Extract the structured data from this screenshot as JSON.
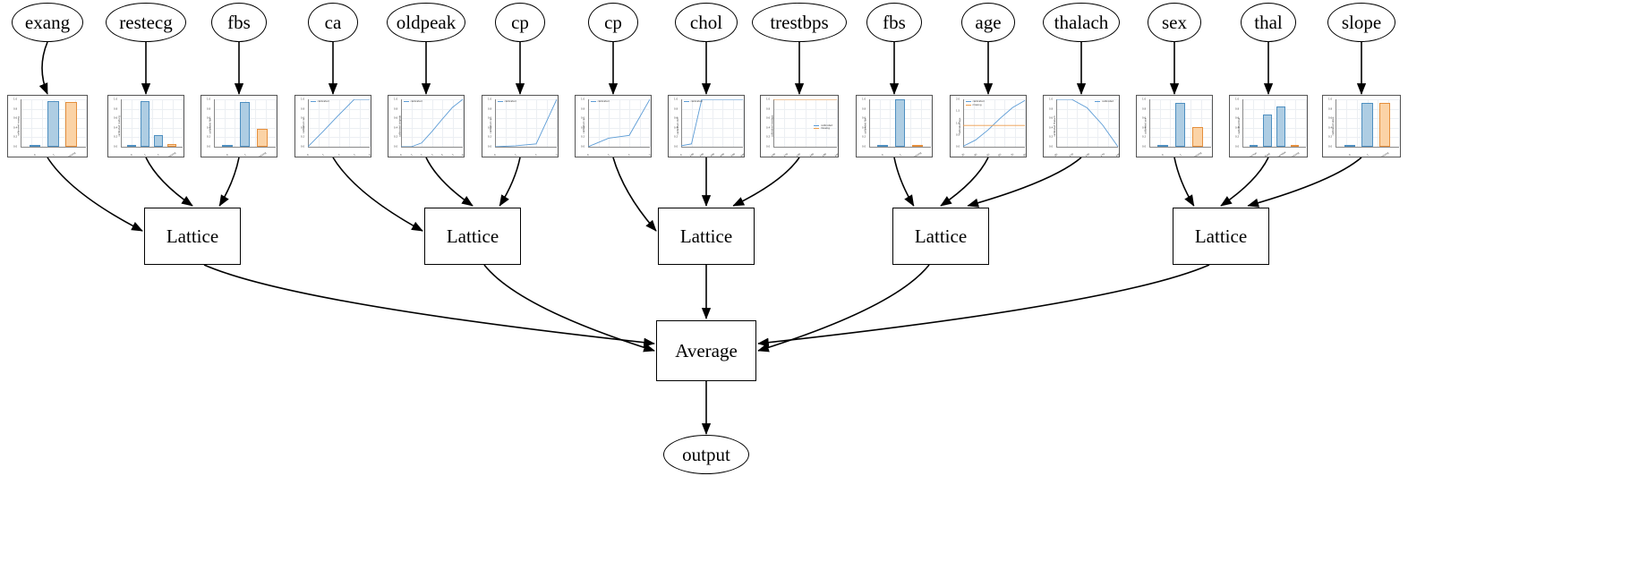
{
  "diagram": {
    "type": "calibrated-lattice-ensemble",
    "orientation": "top-to-bottom",
    "node_shapes": {
      "feature": "ellipse",
      "calibrator": "plot-card",
      "lattice": "box",
      "average": "box",
      "output": "ellipse"
    },
    "colors": {
      "calibrated_line": "#5b9bd5",
      "missing_line": "#ed9b4a",
      "calibrated_bar": "#aecde3",
      "missing_bar": "#fbd3a6",
      "edge": "#000000",
      "node_border": "#000000",
      "plot_border": "#555555"
    }
  },
  "features": [
    {
      "id": "f0",
      "label": "exang"
    },
    {
      "id": "f1",
      "label": "restecg"
    },
    {
      "id": "f2",
      "label": "fbs"
    },
    {
      "id": "f3",
      "label": "ca"
    },
    {
      "id": "f4",
      "label": "oldpeak"
    },
    {
      "id": "f5",
      "label": "cp"
    },
    {
      "id": "f6",
      "label": "cp"
    },
    {
      "id": "f7",
      "label": "chol"
    },
    {
      "id": "f8",
      "label": "trestbps"
    },
    {
      "id": "f9",
      "label": "fbs"
    },
    {
      "id": "f10",
      "label": "age"
    },
    {
      "id": "f11",
      "label": "thalach"
    },
    {
      "id": "f12",
      "label": "sex"
    },
    {
      "id": "f13",
      "label": "thal"
    },
    {
      "id": "f14",
      "label": "slope"
    }
  ],
  "lattices": [
    {
      "id": "l0",
      "label": "Lattice"
    },
    {
      "id": "l1",
      "label": "Lattice"
    },
    {
      "id": "l2",
      "label": "Lattice"
    },
    {
      "id": "l3",
      "label": "Lattice"
    },
    {
      "id": "l4",
      "label": "Lattice"
    }
  ],
  "average": {
    "id": "avg",
    "label": "Average"
  },
  "output": {
    "id": "out",
    "label": "output"
  },
  "legend_labels": {
    "calibrated": "calibrated",
    "missing": "missing"
  },
  "chart_data": [
    {
      "id": "c0",
      "feature": "exang",
      "type": "bar",
      "ylabel": "calibrated exang",
      "xlabel": "exang",
      "categories": [
        "0",
        "1",
        "missing"
      ],
      "series": [
        {
          "name": "calibrated",
          "values": [
            0.0,
            0.97,
            null
          ]
        },
        {
          "name": "missing",
          "values": [
            null,
            null,
            0.94
          ]
        }
      ],
      "ylim": [
        0,
        1.0
      ],
      "yticks": [
        "0.0",
        "0.2",
        "0.4",
        "0.6",
        "0.8",
        "1.0"
      ],
      "grid": true,
      "legend": "none"
    },
    {
      "id": "c1",
      "feature": "restecg",
      "type": "bar",
      "ylabel": "calibrated restecg",
      "xlabel": "restecg",
      "categories": [
        "0",
        "1",
        "2",
        "missing"
      ],
      "series": [
        {
          "name": "calibrated",
          "values": [
            0.0,
            0.97,
            0.24,
            null
          ]
        },
        {
          "name": "missing",
          "values": [
            null,
            null,
            null,
            0.06
          ]
        }
      ],
      "ylim": [
        0,
        1.0
      ],
      "yticks": [
        "0.0",
        "0.2",
        "0.4",
        "0.6",
        "0.8",
        "1.0"
      ],
      "grid": true,
      "legend": "none"
    },
    {
      "id": "c2",
      "feature": "fbs",
      "type": "bar",
      "ylabel": "calibrated fbs",
      "xlabel": "fbs",
      "categories": [
        "0",
        "1",
        "missing"
      ],
      "series": [
        {
          "name": "calibrated",
          "values": [
            0.02,
            0.95,
            null
          ]
        },
        {
          "name": "missing",
          "values": [
            null,
            null,
            0.38
          ]
        }
      ],
      "ylim": [
        0,
        1.0
      ],
      "yticks": [
        "0.0",
        "0.2",
        "0.4",
        "0.6",
        "0.8",
        "1.0"
      ],
      "grid": true,
      "legend": "none"
    },
    {
      "id": "c3",
      "feature": "ca",
      "type": "line",
      "ylabel": "calibrated ca",
      "xlabel": "ca",
      "x": [
        0,
        1,
        2,
        3,
        4
      ],
      "series": [
        {
          "name": "calibrated",
          "values": [
            0.0,
            0.33,
            0.67,
            1.0,
            1.0
          ]
        }
      ],
      "xlim": [
        0,
        4
      ],
      "ylim": [
        0,
        1.0
      ],
      "xticks": [
        "0",
        "1",
        "2",
        "3",
        "4"
      ],
      "yticks": [
        "0.0",
        "0.2",
        "0.4",
        "0.6",
        "0.8",
        "1.0"
      ],
      "grid": true,
      "legend": "upper left"
    },
    {
      "id": "c4",
      "feature": "oldpeak",
      "type": "line",
      "ylabel": "calibrated oldpeak",
      "xlabel": "oldpeak",
      "x": [
        0,
        1,
        2,
        3,
        4,
        5,
        6
      ],
      "series": [
        {
          "name": "calibrated",
          "values": [
            0.0,
            0.0,
            0.08,
            0.32,
            0.58,
            0.83,
            1.0
          ]
        }
      ],
      "xlim": [
        0,
        6
      ],
      "ylim": [
        0,
        1.0
      ],
      "xticks": [
        "0",
        "1",
        "2",
        "3",
        "4",
        "5",
        "6"
      ],
      "yticks": [
        "0.0",
        "0.2",
        "0.4",
        "0.6",
        "0.8",
        "1.0"
      ],
      "grid": true,
      "legend": "upper left"
    },
    {
      "id": "c5",
      "feature": "cp",
      "type": "line",
      "ylabel": "calibrated cp",
      "xlabel": "cp",
      "x": [
        0,
        1,
        2,
        3
      ],
      "series": [
        {
          "name": "calibrated",
          "values": [
            0.0,
            0.02,
            0.06,
            1.0
          ]
        }
      ],
      "xlim": [
        0,
        3
      ],
      "ylim": [
        0,
        1.0
      ],
      "xticks": [
        "0",
        "1",
        "2",
        "3"
      ],
      "yticks": [
        "0.0",
        "0.2",
        "0.4",
        "0.6",
        "0.8",
        "1.0"
      ],
      "grid": true,
      "legend": "upper left"
    },
    {
      "id": "c6",
      "feature": "cp",
      "type": "line",
      "ylabel": "calibrated cp",
      "xlabel": "cp",
      "x": [
        0,
        1,
        2,
        3
      ],
      "series": [
        {
          "name": "calibrated",
          "values": [
            0.0,
            0.18,
            0.24,
            1.0
          ]
        }
      ],
      "xlim": [
        0,
        3
      ],
      "ylim": [
        0,
        1.0
      ],
      "xticks": [
        "0",
        "1",
        "2",
        "3"
      ],
      "yticks": [
        "0.0",
        "0.2",
        "0.4",
        "0.6",
        "0.8",
        "1.0"
      ],
      "grid": true,
      "legend": "upper left"
    },
    {
      "id": "c7",
      "feature": "chol",
      "type": "line",
      "ylabel": "calibrated chol",
      "xlabel": "chol",
      "x": [
        0,
        100,
        200,
        300,
        400,
        500,
        600
      ],
      "series": [
        {
          "name": "calibrated",
          "values": [
            0.02,
            0.06,
            1.0,
            1.0,
            1.0,
            1.0,
            1.0
          ]
        }
      ],
      "xlim": [
        0,
        600
      ],
      "ylim": [
        0,
        1.0
      ],
      "xticks": [
        "0",
        "100",
        "200",
        "300",
        "400",
        "500",
        "600"
      ],
      "yticks": [
        "0.0",
        "0.2",
        "0.4",
        "0.6",
        "0.8",
        "1.0"
      ],
      "grid": true,
      "legend": "upper left"
    },
    {
      "id": "c8",
      "feature": "trestbps",
      "type": "line",
      "ylabel": "calibrated trestbps",
      "xlabel": "trestbps",
      "x": [
        100,
        120,
        140,
        160,
        180,
        200
      ],
      "series": [
        {
          "name": "calibrated",
          "values": [
            1.0,
            1.0,
            1.0,
            1.0,
            1.0,
            1.0
          ]
        },
        {
          "name": "missing",
          "values": [
            1.0,
            1.0,
            1.0,
            1.0,
            1.0,
            1.0
          ]
        }
      ],
      "xlim": [
        100,
        200
      ],
      "ylim": [
        0,
        1.0
      ],
      "xticks": [
        "100",
        "120",
        "140",
        "160",
        "180",
        "200"
      ],
      "yticks": [
        "0.0",
        "0.2",
        "0.4",
        "0.6",
        "0.8",
        "1.0"
      ],
      "grid": true,
      "legend": "center right"
    },
    {
      "id": "c9",
      "feature": "fbs",
      "type": "bar",
      "ylabel": "calibrated fbs",
      "xlabel": "fbs",
      "categories": [
        "0",
        "1",
        "missing"
      ],
      "series": [
        {
          "name": "calibrated",
          "values": [
            0.0,
            1.0,
            null
          ]
        },
        {
          "name": "missing",
          "values": [
            null,
            null,
            0.04
          ]
        }
      ],
      "ylim": [
        0,
        1.0
      ],
      "yticks": [
        "0.0",
        "0.2",
        "0.4",
        "0.6",
        "0.8",
        "1.0"
      ],
      "grid": true,
      "legend": "none"
    },
    {
      "id": "c10",
      "feature": "age",
      "type": "line",
      "ylabel": "calibrated age",
      "xlabel": "age",
      "x": [
        30,
        40,
        50,
        60,
        70,
        80
      ],
      "series": [
        {
          "name": "calibrated",
          "values": [
            0.02,
            0.28,
            0.7,
            1.2,
            1.65,
            1.95
          ]
        },
        {
          "name": "missing",
          "values": [
            0.9,
            0.9,
            0.9,
            0.9,
            0.9,
            0.9
          ]
        }
      ],
      "xlim": [
        30,
        80
      ],
      "ylim": [
        0,
        2.0
      ],
      "xticks": [
        "30",
        "40",
        "50",
        "60",
        "70",
        "80"
      ],
      "yticks": [
        "0.0",
        "0.5",
        "1.0",
        "1.5",
        "2.0"
      ],
      "grid": true,
      "legend": "upper left"
    },
    {
      "id": "c11",
      "feature": "thalach",
      "type": "line",
      "ylabel": "calibrated thalach",
      "xlabel": "thalach",
      "x": [
        80,
        110,
        140,
        170,
        200
      ],
      "series": [
        {
          "name": "calibrated",
          "values": [
            1.0,
            1.0,
            0.82,
            0.46,
            0.0
          ]
        }
      ],
      "xlim": [
        80,
        200
      ],
      "ylim": [
        0,
        1.0
      ],
      "xticks": [
        "80",
        "110",
        "140",
        "170",
        "200"
      ],
      "yticks": [
        "0.0",
        "0.2",
        "0.4",
        "0.6",
        "0.8",
        "1.0"
      ],
      "grid": true,
      "legend": "upper right"
    },
    {
      "id": "c12",
      "feature": "sex",
      "type": "bar",
      "ylabel": "calibrated sex",
      "xlabel": "sex",
      "categories": [
        "0",
        "1",
        "missing"
      ],
      "series": [
        {
          "name": "calibrated",
          "values": [
            0.0,
            0.93,
            null
          ]
        },
        {
          "name": "missing",
          "values": [
            null,
            null,
            0.42
          ]
        }
      ],
      "ylim": [
        0,
        1.0
      ],
      "yticks": [
        "0.0",
        "0.2",
        "0.4",
        "0.6",
        "0.8",
        "1.0"
      ],
      "grid": true,
      "legend": "none"
    },
    {
      "id": "c13",
      "feature": "thal",
      "type": "bar",
      "ylabel": "calibrated thal",
      "xlabel": "thal",
      "categories": [
        "normal",
        "fixed",
        "reversible",
        "missing"
      ],
      "series": [
        {
          "name": "calibrated",
          "values": [
            0.0,
            0.68,
            0.85,
            null
          ]
        },
        {
          "name": "missing",
          "values": [
            null,
            null,
            null,
            0.04
          ]
        }
      ],
      "ylim": [
        0,
        1.0
      ],
      "yticks": [
        "0.0",
        "0.2",
        "0.4",
        "0.6",
        "0.8",
        "1.0"
      ],
      "grid": true,
      "legend": "none"
    },
    {
      "id": "c14",
      "feature": "slope",
      "type": "bar",
      "ylabel": "calibrated slope",
      "xlabel": "slope",
      "categories": [
        "0",
        "1",
        "missing"
      ],
      "series": [
        {
          "name": "calibrated",
          "values": [
            0.0,
            0.92,
            null
          ]
        },
        {
          "name": "missing",
          "values": [
            null,
            null,
            0.93
          ]
        }
      ],
      "ylim": [
        0,
        1.0
      ],
      "yticks": [
        "0.0",
        "0.2",
        "0.4",
        "0.6",
        "0.8",
        "1.0"
      ],
      "grid": true,
      "legend": "none"
    }
  ],
  "edges": [
    {
      "from": "exang",
      "to": "c0"
    },
    {
      "from": "restecg",
      "to": "c1"
    },
    {
      "from": "fbs",
      "to": "c2"
    },
    {
      "from": "ca",
      "to": "c3"
    },
    {
      "from": "oldpeak",
      "to": "c4"
    },
    {
      "from": "cp",
      "to": "c5"
    },
    {
      "from": "cp",
      "to": "c6"
    },
    {
      "from": "chol",
      "to": "c7"
    },
    {
      "from": "trestbps",
      "to": "c8"
    },
    {
      "from": "fbs",
      "to": "c9"
    },
    {
      "from": "age",
      "to": "c10"
    },
    {
      "from": "thalach",
      "to": "c11"
    },
    {
      "from": "sex",
      "to": "c12"
    },
    {
      "from": "thal",
      "to": "c13"
    },
    {
      "from": "slope",
      "to": "c14"
    },
    {
      "from": "c0",
      "to": "Lattice 1"
    },
    {
      "from": "c1",
      "to": "Lattice 1"
    },
    {
      "from": "c2",
      "to": "Lattice 1"
    },
    {
      "from": "c3",
      "to": "Lattice 2"
    },
    {
      "from": "c4",
      "to": "Lattice 2"
    },
    {
      "from": "c5",
      "to": "Lattice 2"
    },
    {
      "from": "c6",
      "to": "Lattice 3"
    },
    {
      "from": "c7",
      "to": "Lattice 3"
    },
    {
      "from": "c8",
      "to": "Lattice 3"
    },
    {
      "from": "c9",
      "to": "Lattice 4"
    },
    {
      "from": "c10",
      "to": "Lattice 4"
    },
    {
      "from": "c11",
      "to": "Lattice 4"
    },
    {
      "from": "c12",
      "to": "Lattice 5"
    },
    {
      "from": "c13",
      "to": "Lattice 5"
    },
    {
      "from": "c14",
      "to": "Lattice 5"
    },
    {
      "from": "Lattice 1",
      "to": "Average"
    },
    {
      "from": "Lattice 2",
      "to": "Average"
    },
    {
      "from": "Lattice 3",
      "to": "Average"
    },
    {
      "from": "Lattice 4",
      "to": "Average"
    },
    {
      "from": "Lattice 5",
      "to": "Average"
    },
    {
      "from": "Average",
      "to": "output"
    }
  ]
}
